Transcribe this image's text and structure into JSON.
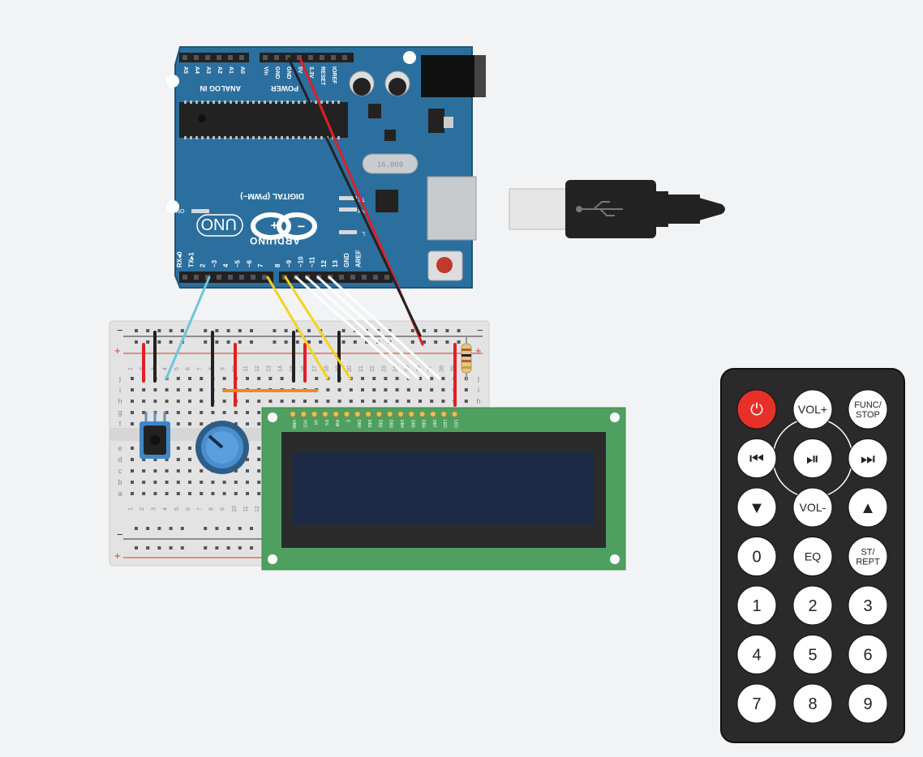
{
  "arduino": {
    "brand": "ARDUINO",
    "model": "UNO",
    "digital_label": "DIGITAL (PWM~)",
    "analog_label": "ANALOG IN",
    "power_label": "POWER",
    "on_label": "ON",
    "tx_label": "TX",
    "rx_label": "RX",
    "l_label": "L",
    "txrx_pins": [
      "TX▸1",
      "RX◂0"
    ],
    "digital_pins": [
      "2",
      "~3",
      "4",
      "~5",
      "~6",
      "7",
      "8",
      "~9",
      "~10",
      "~11",
      "12",
      "13",
      "GND",
      "AREF"
    ],
    "analog_pins": [
      "A5",
      "A4",
      "A3",
      "A2",
      "A1",
      "A0"
    ],
    "power_pins": [
      "Vin",
      "GND",
      "GND",
      "5V",
      "3.3V",
      "RESET",
      "IOREF"
    ],
    "crystal_label": "16.000"
  },
  "breadboard": {
    "row_letters_top": [
      "j",
      "i",
      "h",
      "g",
      "f"
    ],
    "row_letters_bottom": [
      "e",
      "d",
      "c",
      "b",
      "a"
    ],
    "column_numbers": [
      "1",
      "2",
      "3",
      "4",
      "5",
      "6",
      "7",
      "8",
      "9",
      "10",
      "11",
      "12",
      "13",
      "14",
      "15",
      "16",
      "17",
      "18",
      "19",
      "20",
      "21",
      "22",
      "23",
      "24",
      "25",
      "26",
      "27",
      "28",
      "29",
      "30"
    ],
    "rail_minus": "−",
    "rail_plus": "+"
  },
  "lcd": {
    "pins": [
      "GND",
      "VCC",
      "V0",
      "RS",
      "RW",
      "E",
      "DB0",
      "DB1",
      "DB2",
      "DB3",
      "DB4",
      "DB5",
      "DB6",
      "DB7",
      "LED",
      "LED"
    ]
  },
  "remote": {
    "buttons": [
      {
        "name": "power-button",
        "label": "⏻",
        "color": "#e8302a"
      },
      {
        "name": "vol-up-button",
        "label": "VOL+"
      },
      {
        "name": "func-stop-button",
        "label": "FUNC/\nSTOP"
      },
      {
        "name": "prev-button",
        "label": "⏮"
      },
      {
        "name": "play-pause-button",
        "label": "⏯"
      },
      {
        "name": "next-button",
        "label": "⏭"
      },
      {
        "name": "down-button",
        "label": "▼"
      },
      {
        "name": "vol-down-button",
        "label": "VOL-"
      },
      {
        "name": "up-button",
        "label": "▲"
      },
      {
        "name": "digit-0-button",
        "label": "0"
      },
      {
        "name": "eq-button",
        "label": "EQ"
      },
      {
        "name": "st-rept-button",
        "label": "ST/\nREPT"
      },
      {
        "name": "digit-1-button",
        "label": "1"
      },
      {
        "name": "digit-2-button",
        "label": "2"
      },
      {
        "name": "digit-3-button",
        "label": "3"
      },
      {
        "name": "digit-4-button",
        "label": "4"
      },
      {
        "name": "digit-5-button",
        "label": "5"
      },
      {
        "name": "digit-6-button",
        "label": "6"
      },
      {
        "name": "digit-7-button",
        "label": "7"
      },
      {
        "name": "digit-8-button",
        "label": "8"
      },
      {
        "name": "digit-9-button",
        "label": "9"
      }
    ]
  },
  "colors": {
    "background": "#f2f3f4",
    "arduino_board": "#2b6f9e",
    "breadboard": "#e3e3e3",
    "lcd_pcb": "#4fa060",
    "lcd_screen": "#1c2a45",
    "remote_body": "#2a2a2a",
    "wire_red": "#e01f26",
    "wire_black": "#222222",
    "wire_yellow": "#f4d21f",
    "wire_white": "#ffffff",
    "wire_cyan": "#6cc6d9",
    "wire_orange": "#f08a24"
  }
}
